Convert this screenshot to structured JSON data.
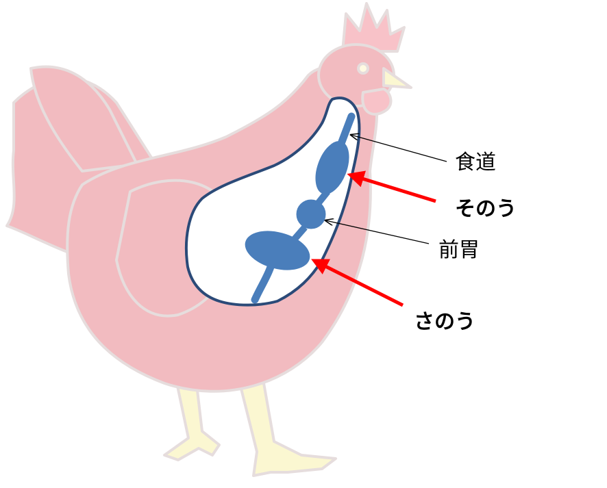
{
  "labels": {
    "esophagus": "食道",
    "crop": "そのう",
    "proventriculus": "前胃",
    "gizzard": "さのう"
  },
  "colors": {
    "organ": "#4a7ebb",
    "outline": "#2b4a78",
    "pointer_red": "#ff0000",
    "chicken_body": "#f2b8bd",
    "chicken_outline": "#e0c8c8"
  }
}
